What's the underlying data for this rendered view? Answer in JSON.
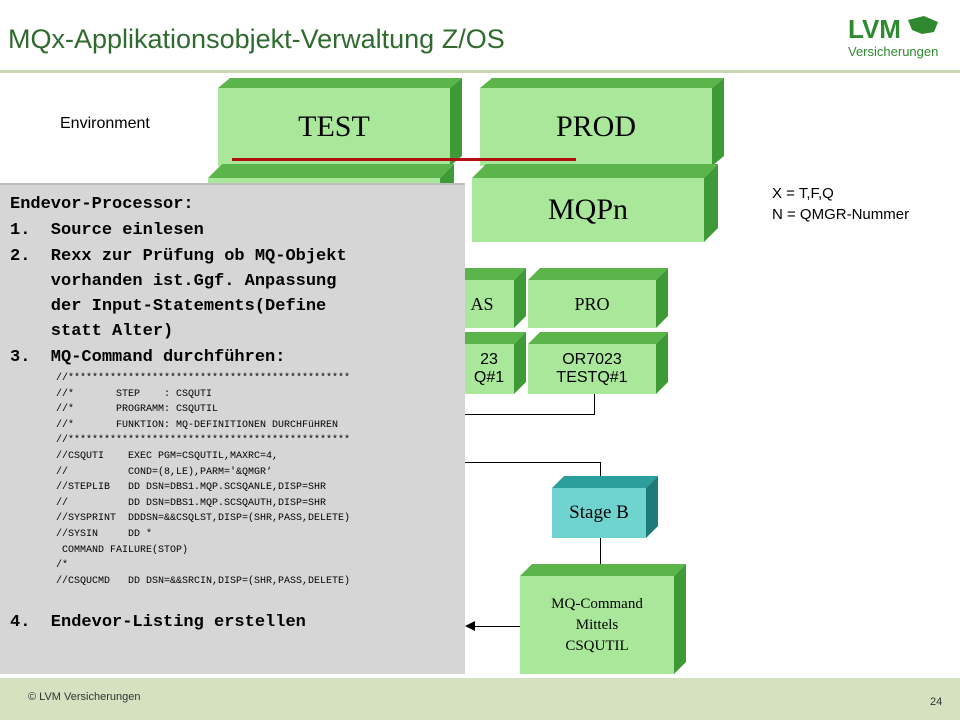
{
  "slide": {
    "title": "MQx-Applikationsobjekt-Verwaltung Z/OS",
    "logo_text_top": "LVM",
    "logo_text_bottom": "Versicherungen",
    "environment_label": "Environment",
    "note_line1": "X = T,F,Q",
    "note_line2": "N = QMGR-Nummer"
  },
  "diagram": {
    "env_test": "TEST",
    "env_prod": "PROD",
    "mqpn": "MQPn",
    "stage_as_partial": "AS",
    "stage_pro": "PRO",
    "object_partial_line1": "23",
    "object_partial_line2": "Q#1",
    "object_line1": "OR7023",
    "object_line2": "TESTQ#1",
    "stage_b": "Stage B",
    "mq_command_line1": "MQ-Command",
    "mq_command_line2": "Mittels",
    "mq_command_line3": "CSQUTIL"
  },
  "code_panel": {
    "heading": "Endevor-Processor:",
    "step1": "1.  Source einlesen",
    "step2_l1": "2.  Rexx zur Prüfung ob MQ-Objekt",
    "step2_l2": "    vorhanden ist.Ggf. Anpassung",
    "step2_l3": "    der Input-Statements(Define",
    "step2_l4": "    statt Alter)",
    "step3": "3.  MQ-Command durchführen:",
    "jcl": [
      "//***********************************************",
      "//*       STEP    : CSQUTI",
      "//*       PROGRAMM: CSQUTIL",
      "//*       FUNKTION: MQ-DEFINITIONEN DURCHFüHREN",
      "//***********************************************",
      "//CSQUTI    EXEC PGM=CSQUTIL,MAXRC=4,",
      "//          COND=(8,LE),PARM='&QMGR‘",
      "//STEPLIB   DD DSN=DBS1.MQP.SCSQANLE,DISP=SHR",
      "//          DD DSN=DBS1.MQP.SCSQAUTH,DISP=SHR",
      "//SYSPRINT  DDDSN=&&CSQLST,DISP=(SHR,PASS,DELETE)",
      "//SYSIN     DD *",
      " COMMAND FAILURE(STOP)",
      "/*",
      "//CSQUCMD   DD DSN=&&SRCIN,DISP=(SHR,PASS,DELETE)"
    ],
    "step4": "4.  Endevor-Listing erstellen"
  },
  "footer": {
    "copyright": "© LVM Versicherungen",
    "page_number": "24"
  },
  "colors": {
    "title": "#2f6b2f",
    "box_front": "#a9e89a",
    "box_top": "#5cb54a",
    "box_side": "#3d9a36",
    "stage_b_front": "#6fd3d0",
    "stage_b_top": "#2c9e9b",
    "code_bg": "#d6d6d6",
    "footer_bg": "#d4e2c0",
    "red_line": "#b01010"
  }
}
